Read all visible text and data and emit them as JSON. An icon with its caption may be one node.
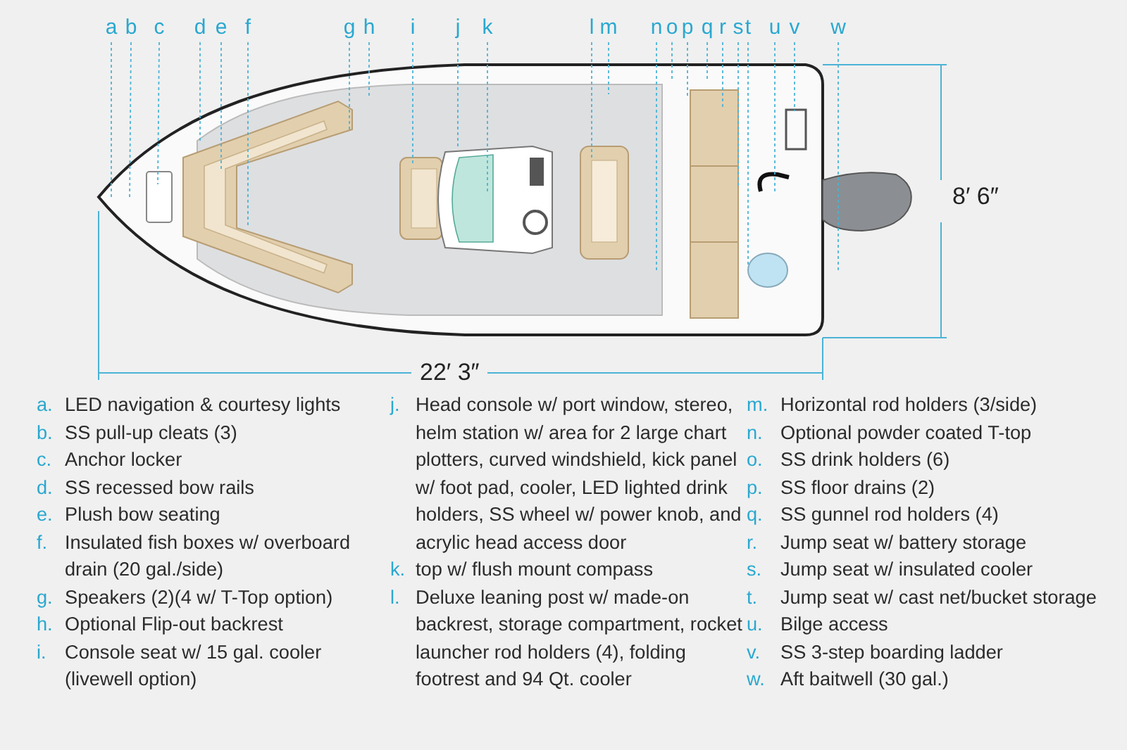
{
  "diagram": {
    "nodes": [
      {
        "text": [
          "a"
        ]
      },
      {
        "text": [
          "b"
        ]
      },
      {
        "text": [
          "c"
        ]
      },
      {
        "text": [
          "d"
        ]
      },
      {
        "text": [
          "e"
        ]
      },
      {
        "text": [
          "f"
        ]
      },
      {
        "text": [
          "g"
        ]
      },
      {
        "text": [
          "h"
        ]
      },
      {
        "text": [
          "i"
        ]
      },
      {
        "text": [
          "j"
        ]
      },
      {
        "text": [
          "k"
        ]
      },
      {
        "text": [
          "l"
        ]
      },
      {
        "text": [
          "m"
        ]
      },
      {
        "text": [
          "n"
        ]
      },
      {
        "text": [
          "o"
        ]
      },
      {
        "text": [
          "p"
        ]
      },
      {
        "text": [
          "q"
        ]
      },
      {
        "text": [
          "r"
        ]
      },
      {
        "text": [
          "s"
        ]
      },
      {
        "text": [
          "t"
        ]
      },
      {
        "text": [
          "u"
        ]
      },
      {
        "text": [
          "v"
        ]
      },
      {
        "text": [
          "w"
        ]
      }
    ],
    "edges": [
      {
        "from": 0,
        "to": null,
        "arrow": "none",
        "style": "dashed"
      },
      {
        "from": 1,
        "to": null,
        "arrow": "none",
        "style": "dashed"
      },
      {
        "from": 2,
        "to": null,
        "arrow": "none",
        "style": "dashed"
      },
      {
        "from": 3,
        "to": null,
        "arrow": "none",
        "style": "dashed"
      },
      {
        "from": 4,
        "to": null,
        "arrow": "none",
        "style": "dashed"
      },
      {
        "from": 5,
        "to": null,
        "arrow": "none",
        "style": "dashed"
      },
      {
        "from": 6,
        "to": null,
        "arrow": "none",
        "style": "dashed"
      },
      {
        "from": 7,
        "to": null,
        "arrow": "none",
        "style": "dashed"
      },
      {
        "from": 8,
        "to": null,
        "arrow": "none",
        "style": "dashed"
      },
      {
        "from": 9,
        "to": null,
        "arrow": "none",
        "style": "dashed"
      },
      {
        "from": 10,
        "to": null,
        "arrow": "none",
        "style": "dashed"
      },
      {
        "from": 11,
        "to": null,
        "arrow": "none",
        "style": "dashed"
      },
      {
        "from": 12,
        "to": null,
        "arrow": "none",
        "style": "dashed"
      },
      {
        "from": 13,
        "to": null,
        "arrow": "none",
        "style": "dashed"
      },
      {
        "from": 14,
        "to": null,
        "arrow": "none",
        "style": "dashed"
      },
      {
        "from": 15,
        "to": null,
        "arrow": "none",
        "style": "dashed"
      },
      {
        "from": 16,
        "to": null,
        "arrow": "none",
        "style": "dashed"
      },
      {
        "from": 17,
        "to": null,
        "arrow": "none",
        "style": "dashed"
      },
      {
        "from": 18,
        "to": null,
        "arrow": "none",
        "style": "dashed"
      },
      {
        "from": 19,
        "to": null,
        "arrow": "none",
        "style": "dashed"
      },
      {
        "from": 20,
        "to": null,
        "arrow": "none",
        "style": "dashed"
      },
      {
        "from": 21,
        "to": null,
        "arrow": "none",
        "style": "dashed"
      },
      {
        "from": 22,
        "to": null,
        "arrow": "none",
        "style": "dashed"
      }
    ],
    "labels": [
      "8′ 6″",
      "22′ 3″",
      "a.",
      "LED navigation & courtesy lights",
      "b.",
      "SS pull-up cleats (3)",
      "c.",
      "Anchor locker",
      "d.",
      "SS recessed bow rails",
      "e.",
      "Plush bow seating",
      "f.",
      "Insulated fish boxes w/ overboard drain (20 gal./side)",
      "g.",
      "Speakers (2)(4 w/ T-Top option)",
      "h.",
      "Optional Flip-out backrest",
      "i.",
      "Console seat w/ 15 gal. cooler (livewell option)",
      "j.",
      "Head console w/ port window, stereo, helm station w/ area for 2 large chart plotters, curved windshield, kick panel w/ foot pad, cooler, LED lighted drink holders, SS wheel w/ power knob, and acrylic head access door",
      "k.",
      "top w/ flush mount compass",
      "l.",
      "Deluxe leaning post w/ made-on backrest, storage compartment, rocket launcher rod holders (4), folding footrest and 94 Qt. cooler",
      "m.",
      "Horizontal rod holders (3/side)",
      "n.",
      "Optional powder coated T-top",
      "o.",
      "SS drink holders (6)",
      "p.",
      "SS floor drains (2)",
      "q.",
      "SS gunnel rod holders (4)",
      "r.",
      "Jump seat w/ battery storage",
      "s.",
      "Jump seat w/ insulated cooler",
      "t.",
      "Jump seat w/ cast net/bucket storage",
      "u.",
      "Bilge access",
      "v.",
      "SS 3-step boarding ladder",
      "w.",
      "Aft baitwell (30 gal.)"
    ]
  }
}
